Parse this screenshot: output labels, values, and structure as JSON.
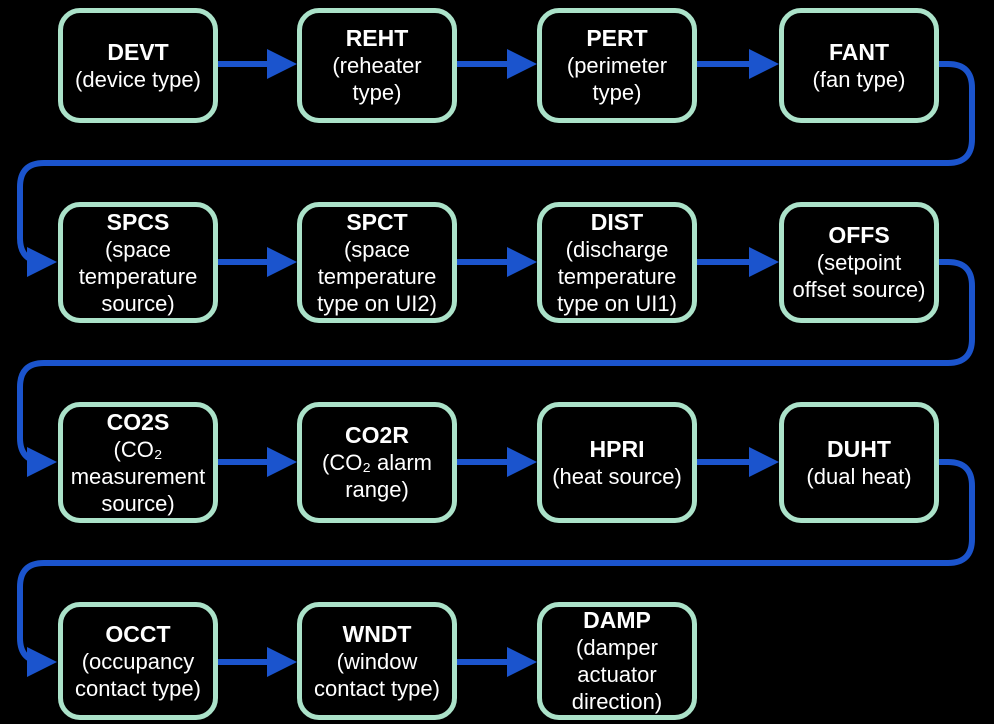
{
  "colors": {
    "background": "#000000",
    "box_border_mint": "#abe2c9",
    "arrow_blue": "#1b54cd",
    "text_white": "#ffffff"
  },
  "diagram": {
    "description": "Parameter configuration flowchart",
    "nodes": [
      {
        "code": "DEVT",
        "desc": [
          "(device type)"
        ]
      },
      {
        "code": "REHT",
        "desc": [
          "(reheater",
          "type)"
        ]
      },
      {
        "code": "PERT",
        "desc": [
          "(perimeter",
          "type)"
        ]
      },
      {
        "code": "FANT",
        "desc": [
          "(fan type)"
        ]
      },
      {
        "code": "SPCS",
        "desc": [
          "(space",
          "temperature",
          "source)"
        ]
      },
      {
        "code": "SPCT",
        "desc": [
          "(space",
          "temperature",
          "type on UI2)"
        ]
      },
      {
        "code": "DIST",
        "desc": [
          "(discharge",
          "temperature",
          "type on UI1)"
        ]
      },
      {
        "code": "OFFS",
        "desc": [
          "(setpoint",
          "offset source)"
        ]
      },
      {
        "code": "CO2S",
        "desc": [
          "(CO₂",
          "measurement",
          "source)"
        ]
      },
      {
        "code": "CO2R",
        "desc": [
          "(CO₂ alarm",
          "range)"
        ]
      },
      {
        "code": "HPRI",
        "desc": [
          "(heat source)"
        ]
      },
      {
        "code": "DUHT",
        "desc": [
          "(dual heat)"
        ]
      },
      {
        "code": "OCCT",
        "desc": [
          "(occupancy",
          "contact type)"
        ]
      },
      {
        "code": "WNDT",
        "desc": [
          "(window",
          "contact type)"
        ]
      },
      {
        "code": "DAMP",
        "desc": [
          "(damper",
          "actuator",
          "direction)"
        ]
      }
    ],
    "flow_order": "DEVT → REHT → PERT → FANT → SPCS → SPCT → DIST → OFFS → CO2S → CO2R → HPRI → DUHT → OCCT → WNDT → DAMP"
  }
}
